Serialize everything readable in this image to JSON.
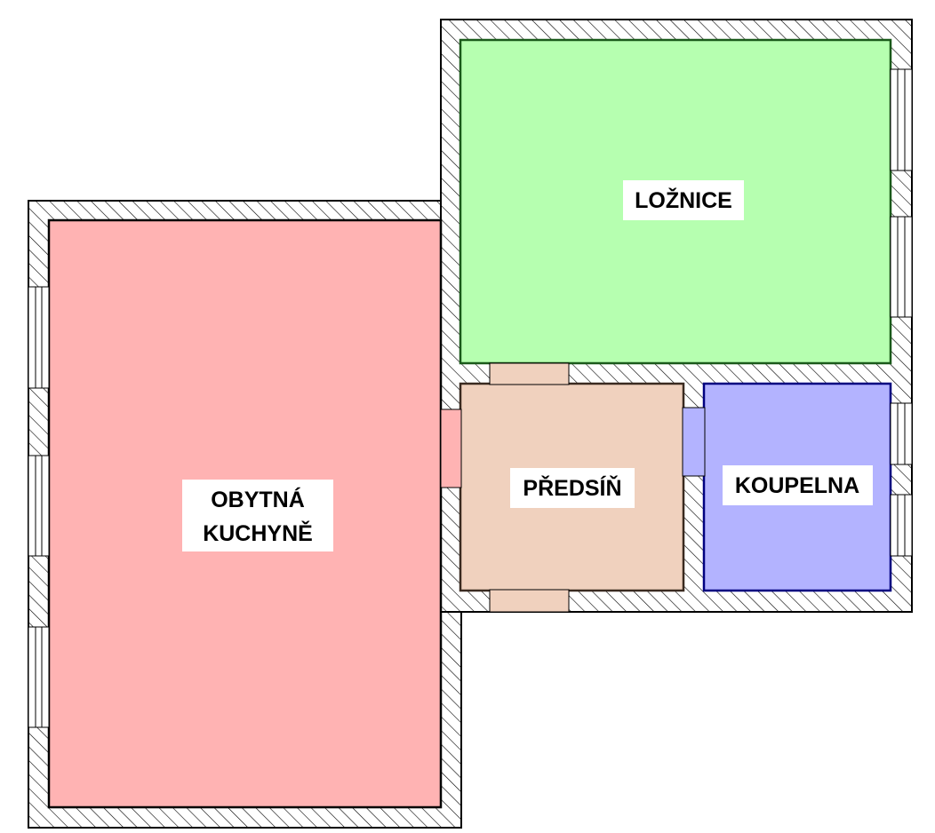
{
  "colors": {
    "wall_fill": "#ffffff",
    "wall_hatch": "#000000",
    "outline": "#000000",
    "living_kitchen": "#ffb3b3",
    "bedroom": "#b6ffb0",
    "bedroom_border": "#1a5a1a",
    "hall": "#f0d1be",
    "hall_border": "#3a2a20",
    "bathroom": "#b3b3ff",
    "bathroom_border": "#000080",
    "label_bg": "#ffffff"
  },
  "rooms": {
    "living_kitchen": {
      "line1": "OBYTNÁ",
      "line2": "KUCHYNĚ"
    },
    "bedroom": {
      "label": "LOŽNICE"
    },
    "hall": {
      "label": "PŘEDSÍŇ"
    },
    "bathroom": {
      "label": "KOUPELNA"
    }
  }
}
